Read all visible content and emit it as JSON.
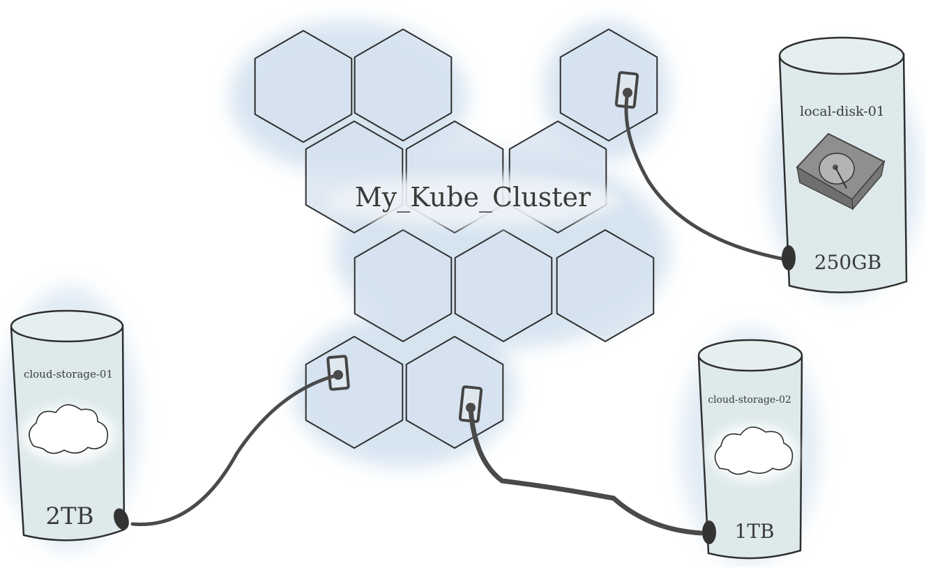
{
  "cluster": {
    "name": "My_Kube_Cluster"
  },
  "volumes": [
    {
      "id": "local-disk",
      "label": "local-disk-01",
      "capacity": "250GB",
      "icon": "hard-drive-icon"
    },
    {
      "id": "cloud-storage-1",
      "label": "cloud-storage-01",
      "capacity": "2TB",
      "icon": "cloud-icon"
    },
    {
      "id": "cloud-storage-2",
      "label": "cloud-storage-02",
      "capacity": "1TB",
      "icon": "cloud-icon"
    }
  ],
  "colors": {
    "hex_fill": "#d5e2ef",
    "wash": "#c9dcec",
    "cylinder_fill": "#dde9ea",
    "cable": "#4a4a4a",
    "line": "#2e2e2e"
  }
}
